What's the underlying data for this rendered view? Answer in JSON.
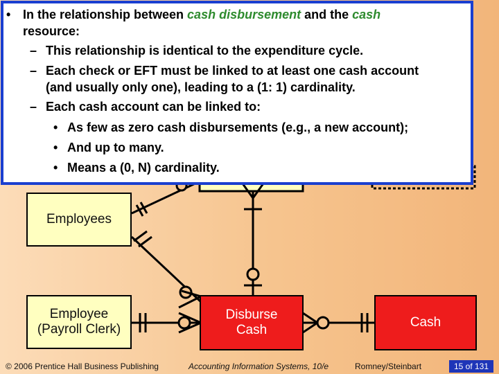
{
  "bullets": {
    "b1_pre": "In the relationship between ",
    "b1_em1": "cash disbursement",
    "b1_mid": " and the ",
    "b1_em2": "cash",
    "b1_line2": "resource:",
    "s1": "This relationship is identical to the expenditure cycle.",
    "s2_line1": "Each check or EFT must be linked to at least one cash account",
    "s2_line2": "(and usually only one), leading to a (1: 1) cardinality.",
    "s3": "Each cash account can be linked to:",
    "t1": "As few as zero cash disbursements (e.g., a new account);",
    "t2": "And up to many.",
    "t3": "Means a (0, N) cardinality."
  },
  "symbols": {
    "bullet": "•",
    "dash": "–"
  },
  "entities": {
    "employees": "Employees",
    "payroll_clerk_l1": "Employee",
    "payroll_clerk_l2": "(Payroll Clerk)",
    "disburse_cash_l1": "Disburse",
    "disburse_cash_l2": "Cash",
    "cash": "Cash"
  },
  "footer": {
    "copyright": "© 2006 Prentice Hall Business Publishing",
    "book": "Accounting Information Systems, 10/e",
    "authors": "Romney/Steinbart",
    "page": "15 of 131"
  },
  "colors": {
    "accent_blue": "#1a3fd0",
    "entity_yellow": "#ffffc0",
    "entity_red": "#ee1c1c",
    "emphasis_green": "#2e8b2e"
  }
}
